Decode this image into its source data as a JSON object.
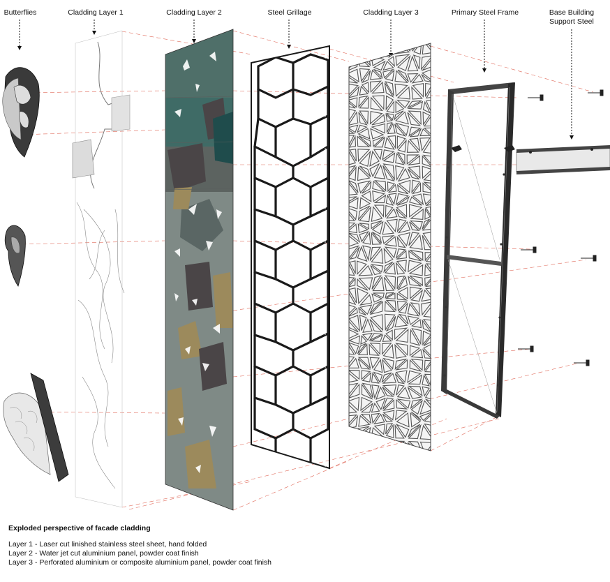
{
  "labels": {
    "butterflies": "Butterflies",
    "cladding_layer_1": "Cladding Layer 1",
    "cladding_layer_2": "Cladding Layer 2",
    "steel_grillage": "Steel Grillage",
    "cladding_layer_3": "Cladding Layer 3",
    "primary_steel_frame": "Primary Steel Frame",
    "base_building_support_steel_line1": "Base Building",
    "base_building_support_steel_line2": "Support Steel"
  },
  "caption": {
    "title": "Exploded perspective of facade cladding",
    "lines": [
      "Layer 1 - Laser cut linished stainless steel sheet, hand folded",
      "Layer 2 - Water jet cut aluminium panel, powder coat finish",
      "Layer 3 - Perforated aluminium or composite aluminium panel, powder coat finish"
    ]
  },
  "colors": {
    "guide_line": "#e06a5a",
    "panel_outline": "#222222",
    "layer2_teal": "#3f6b66",
    "layer2_grey": "#7f8a86",
    "layer2_ochre": "#9c8a5c",
    "layer2_dark": "#4a4547"
  }
}
